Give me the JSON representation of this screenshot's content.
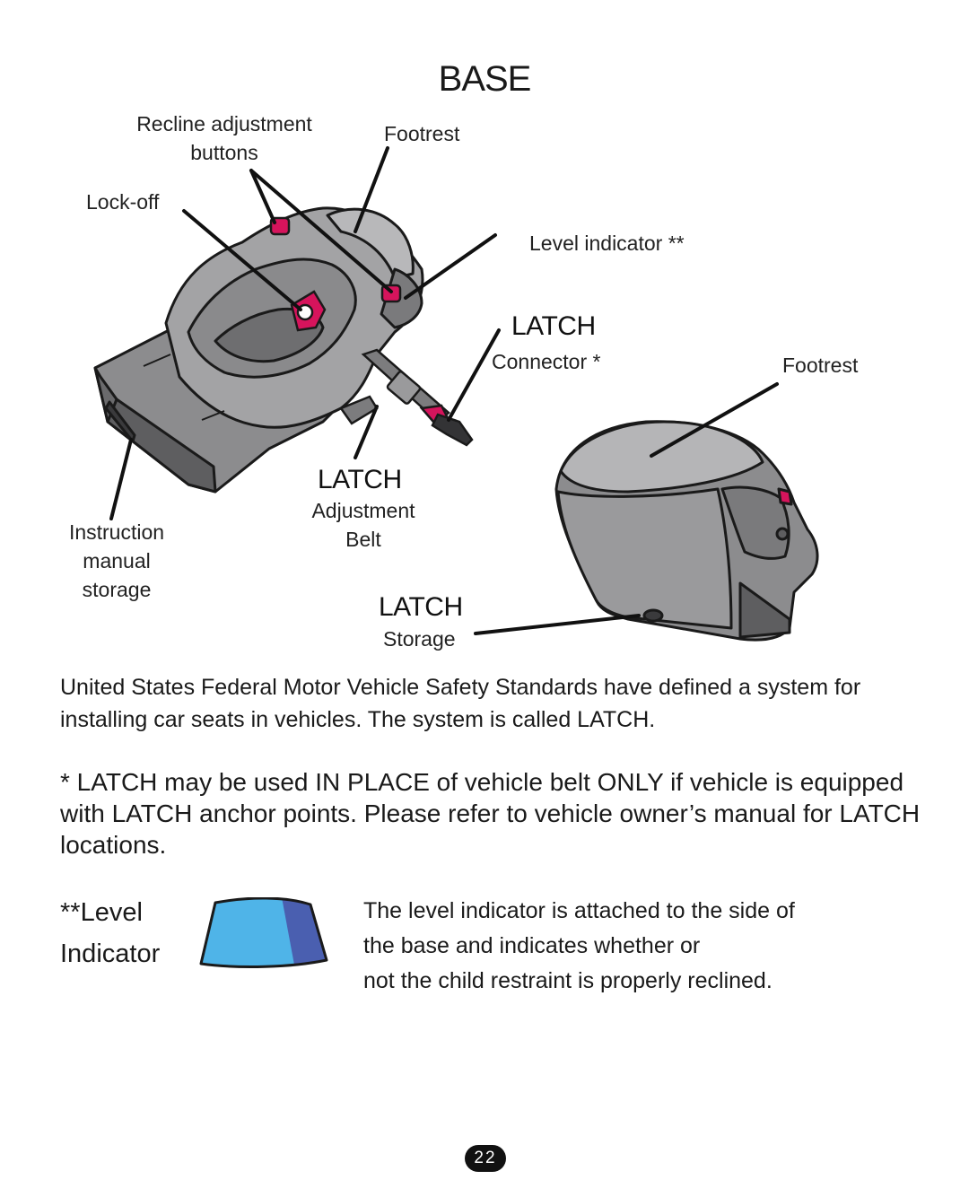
{
  "page": {
    "title": "BASE",
    "page_number": "22"
  },
  "diagram": {
    "labels": {
      "recline_line1": "Recline adjustment",
      "recline_line2": "buttons",
      "footrest_top": "Footrest",
      "lock_off": "Lock-off",
      "level_indicator": "Level indicator **",
      "latch_connector_head": "LATCH",
      "latch_connector_sub": "Connector *",
      "footrest_right": "Footrest",
      "latch_adjust_head": "LATCH",
      "latch_adjust_sub1": "Adjustment",
      "latch_adjust_sub2": "Belt",
      "instruction_line1": "Instruction",
      "instruction_line2": "manual",
      "instruction_line3": "storage",
      "latch_storage_head": "LATCH",
      "latch_storage_sub": "Storage"
    },
    "colors": {
      "base_gray": "#8c8c8e",
      "base_light": "#a9a9ab",
      "base_dark": "#5e5e60",
      "accent_pink": "#d6145c",
      "outline": "#1a1a1a"
    }
  },
  "body": {
    "paragraph": "United States Federal Motor Vehicle Safety Standards have defined a system for installing car seats in vehicles. The system is called LATCH.",
    "note": "* LATCH may be used IN PLACE of vehicle belt ONLY if vehicle is equipped with LATCH anchor points. Please refer to vehicle owner’s manual for LATCH locations."
  },
  "level_section": {
    "title_line1": "**Level",
    "title_line2": "Indicator",
    "desc_line1": "The level indicator is attached to the side of",
    "desc_line2": "the base and indicates whether or",
    "desc_line3": "not the child restraint is properly reclined.",
    "colors": {
      "light_blue": "#4fb4e8",
      "dark_blue": "#4a5fb0"
    }
  }
}
